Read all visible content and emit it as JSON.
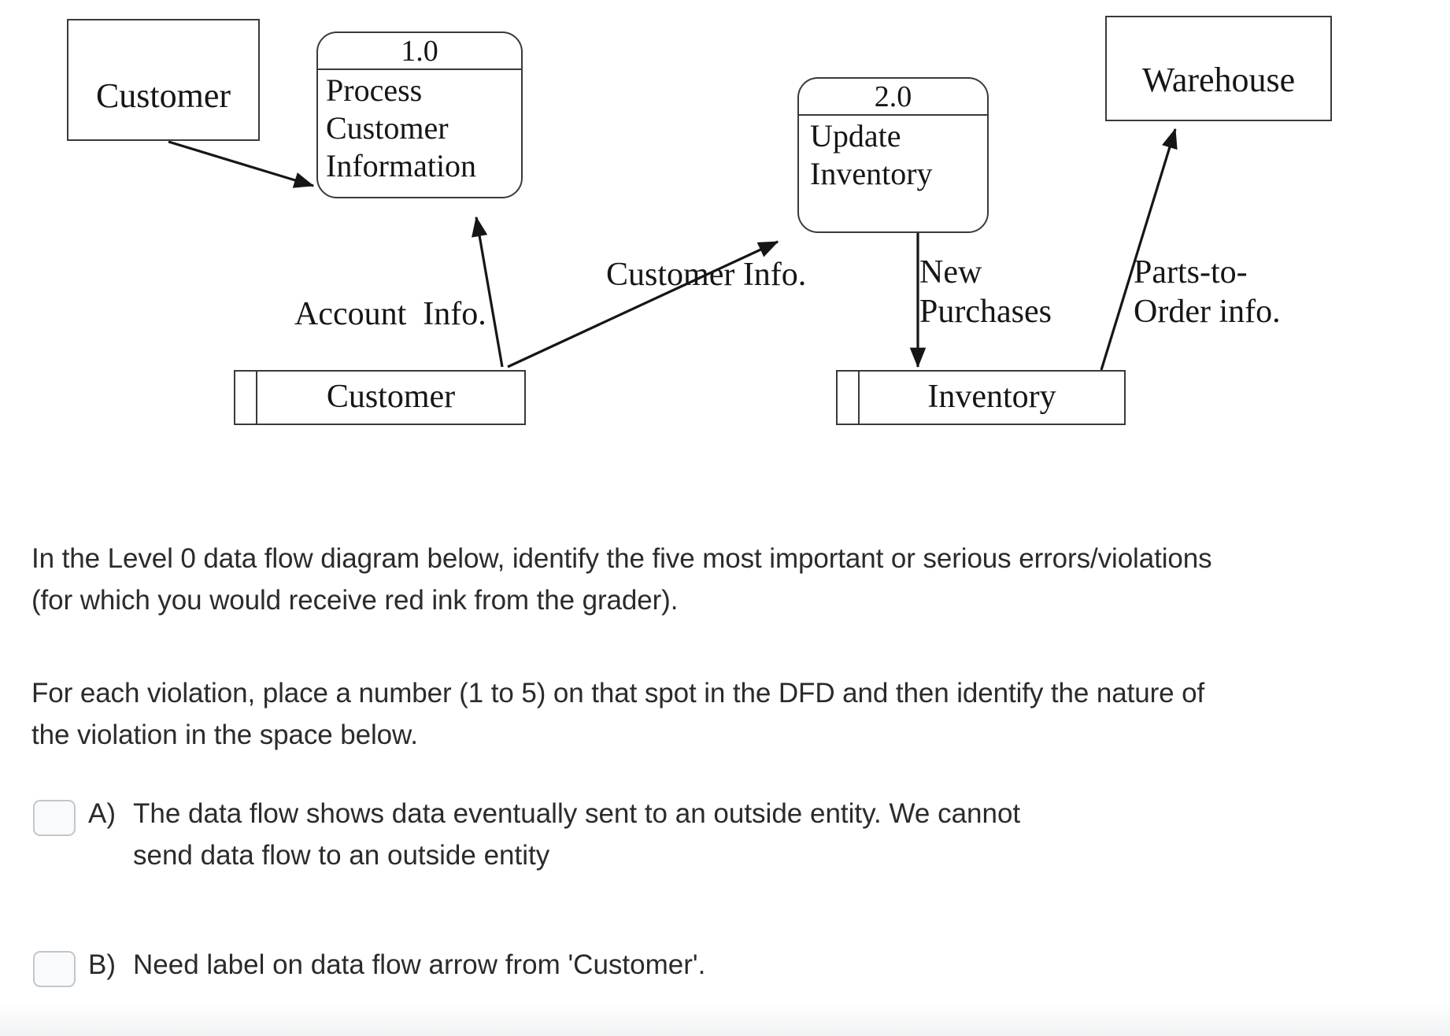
{
  "diagram": {
    "type": "data-flow-diagram",
    "level": "Level 0",
    "external_entities": [
      {
        "id": "customer",
        "label": "Customer"
      },
      {
        "id": "warehouse",
        "label": "Warehouse"
      }
    ],
    "processes": [
      {
        "id": "p1",
        "number": "1.0",
        "name": "Process\nCustomer\nInformation"
      },
      {
        "id": "p2",
        "number": "2.0",
        "name": "Update\nInventory"
      }
    ],
    "data_stores": [
      {
        "id": "ds-customer",
        "label": "Customer"
      },
      {
        "id": "ds-inventory",
        "label": "Inventory"
      }
    ],
    "flows": [
      {
        "id": "f1",
        "from": "customer",
        "to": "p1",
        "label": ""
      },
      {
        "id": "f2",
        "from": "ds-customer",
        "to": "p1",
        "label": "Account  Info."
      },
      {
        "id": "f3",
        "from": "ds-customer",
        "to": "p2",
        "label": "Customer Info."
      },
      {
        "id": "f4",
        "from": "p2",
        "to": "ds-inventory",
        "label": "New\nPurchases"
      },
      {
        "id": "f5",
        "from": "ds-inventory",
        "to": "warehouse",
        "label": "Parts-to-\nOrder info."
      }
    ]
  },
  "question": {
    "instructions_1": "In the Level 0 data flow diagram below, identify the five most important or serious errors/violations (for which you would receive red ink from the grader).",
    "instructions_2": "For each violation, place a number (1 to 5) on that spot in the DFD and then identify the nature of the violation in the space below.",
    "options": [
      {
        "letter": "A)",
        "text": "The data flow shows data eventually sent to an outside entity.  We cannot\nsend data flow to an outside entity",
        "checked": false
      },
      {
        "letter": "B)",
        "text": "Need label on data flow arrow from 'Customer'.",
        "checked": false
      }
    ]
  },
  "colors": {
    "stroke": "#3a3a3a",
    "text": "#161616",
    "body_text": "#2b2b2b",
    "checkbox_border": "#c2c6cc",
    "checkbox_fill": "#f9fafb",
    "background": "#ffffff"
  }
}
